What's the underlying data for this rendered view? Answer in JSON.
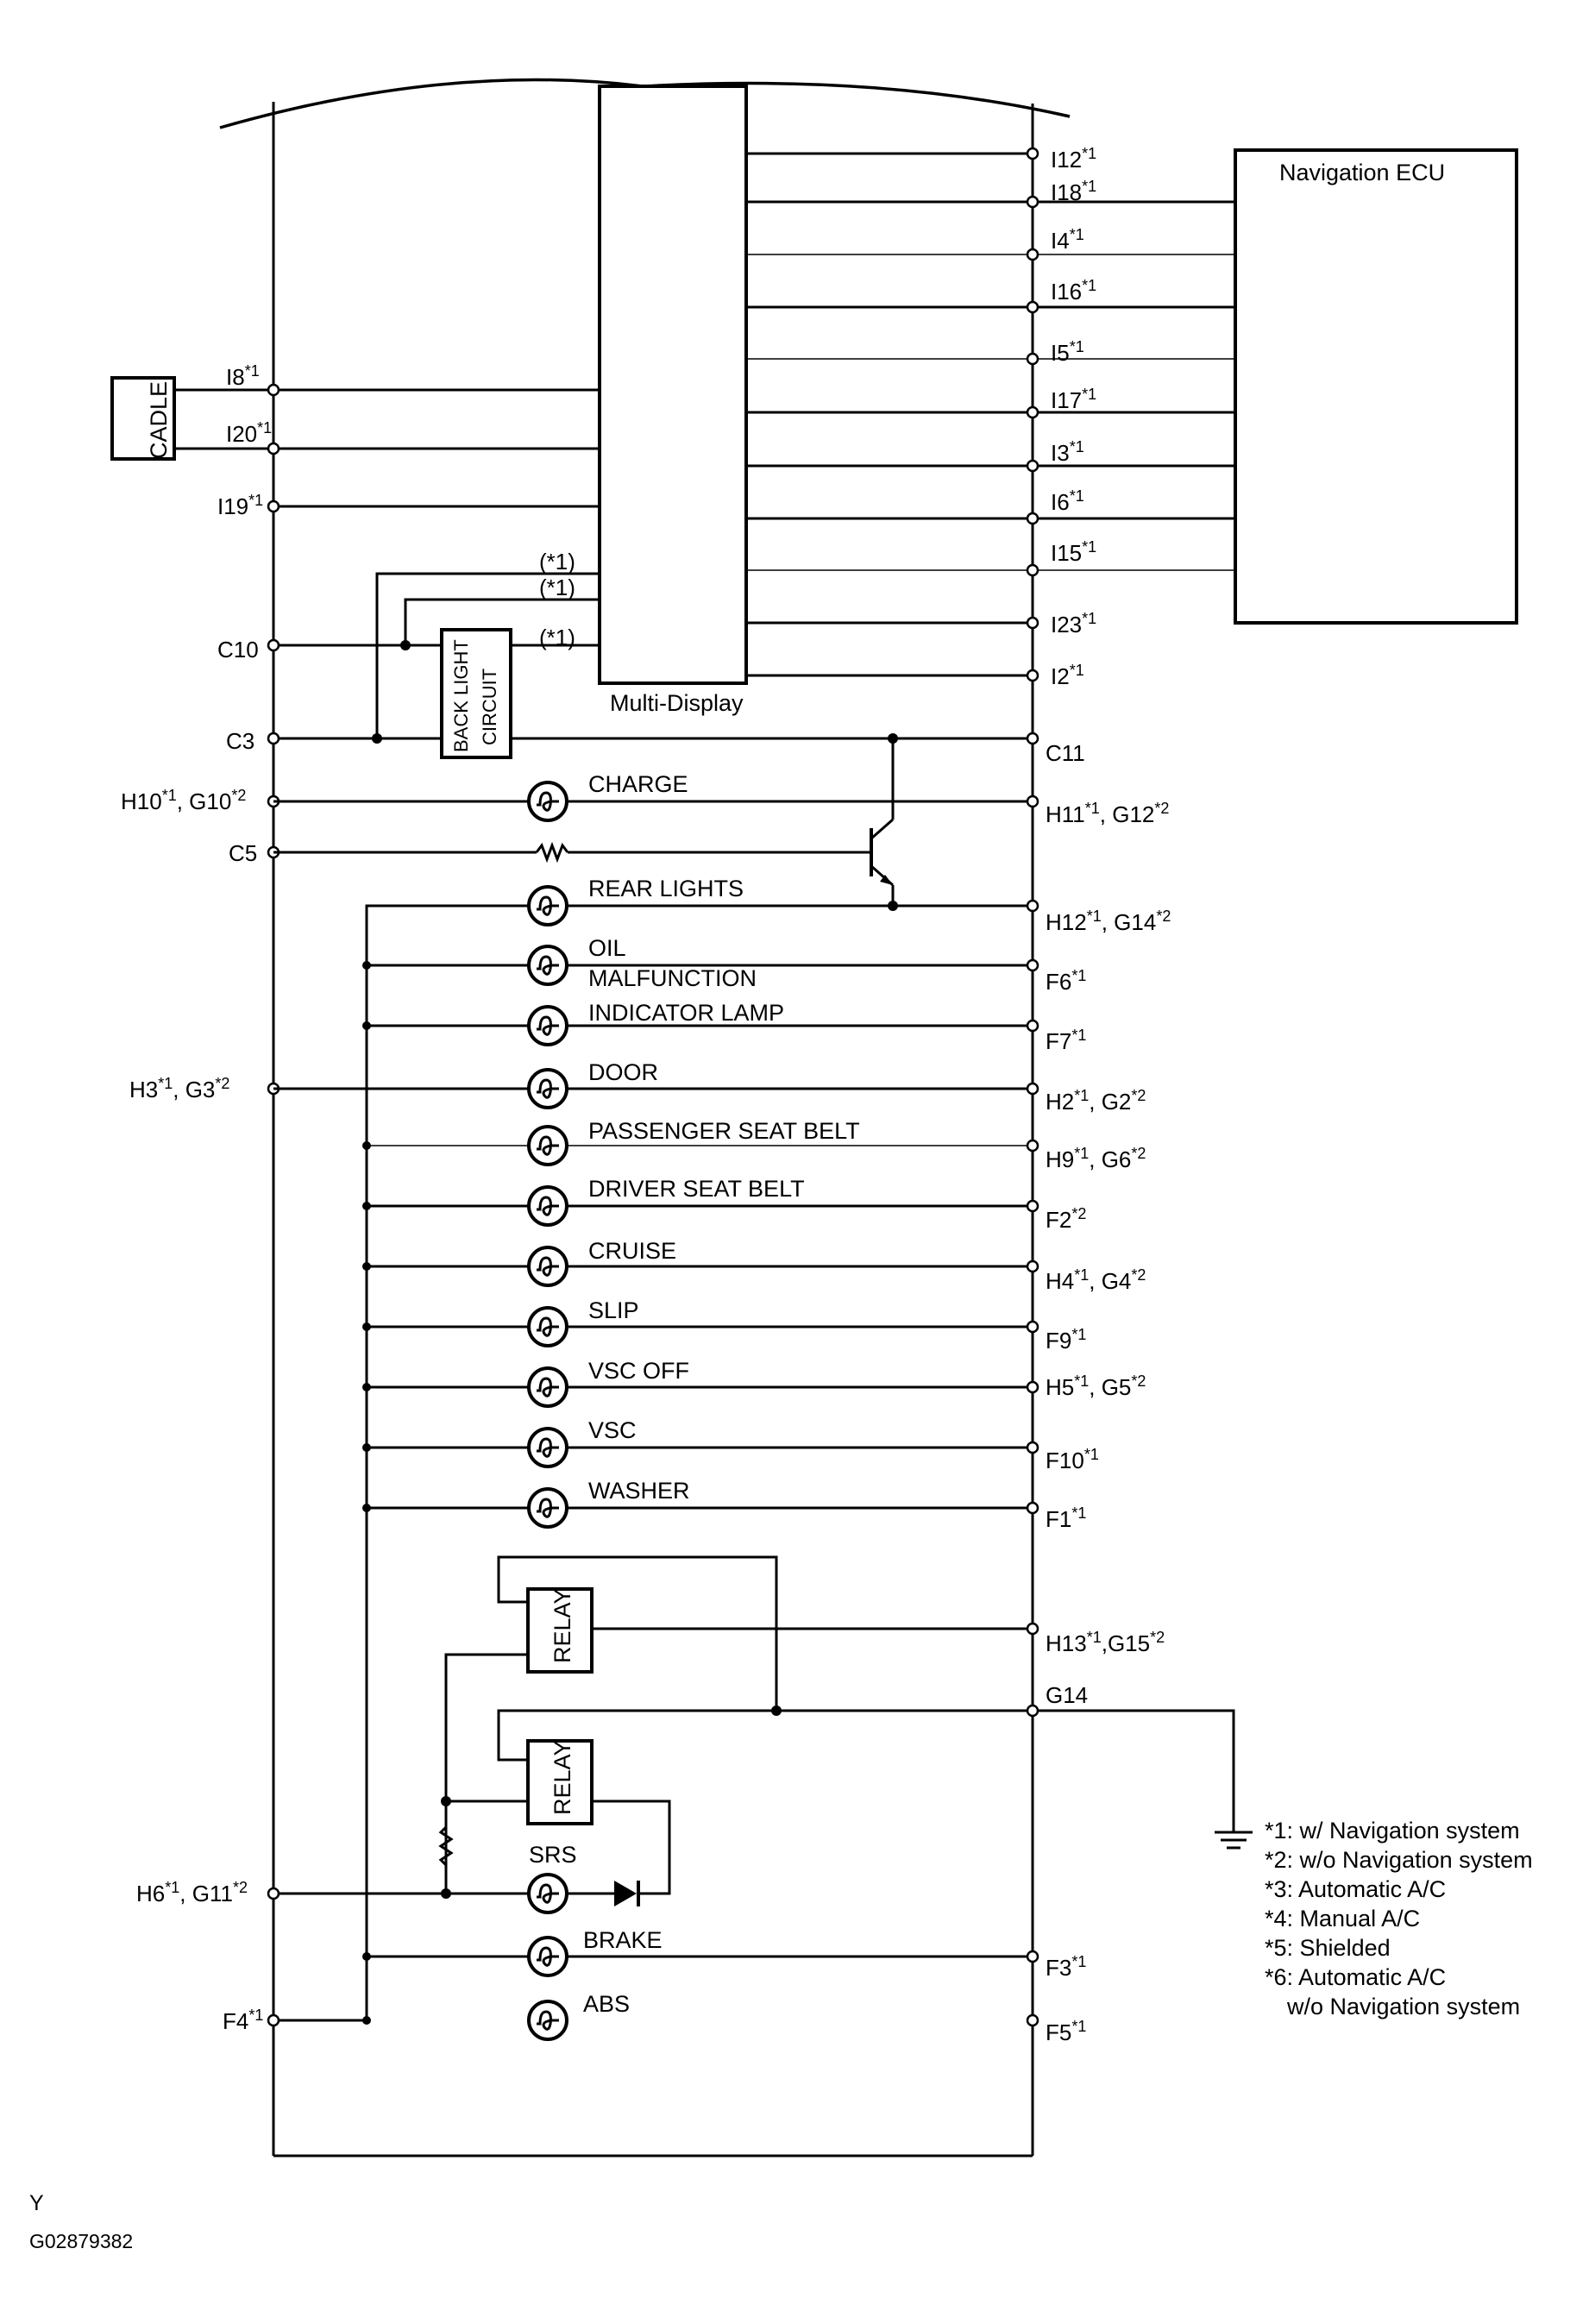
{
  "navigation_ecu": {
    "label": "Navigation ECU"
  },
  "multi_display": {
    "label": "Multi-Display"
  },
  "cadle": {
    "label": "CADLE"
  },
  "back_light": {
    "line1": "BACK LIGHT",
    "line2": "CIRCUIT"
  },
  "relays": {
    "upper": "RELAY",
    "lower": "RELAY"
  },
  "srs": {
    "label": "SRS"
  },
  "display_tags": {
    "t1": "(*1)",
    "t2": "(*1)",
    "t3": "(*1)"
  },
  "left_pins": {
    "i8": {
      "base": "I8",
      "sup": "*1"
    },
    "i20": {
      "base": "I20",
      "sup": "*1"
    },
    "i19": {
      "base": "I19",
      "sup": "*1"
    },
    "c10": {
      "base": "C10",
      "sup": ""
    },
    "c3": {
      "base": "C3",
      "sup": ""
    },
    "h10": {
      "a": "H10",
      "as": "*1",
      "b": ", G10",
      "bs": "*2"
    },
    "c5": {
      "base": "C5",
      "sup": ""
    },
    "h3": {
      "a": "H3",
      "as": "*1",
      "b": ", G3",
      "bs": "*2"
    },
    "h6": {
      "a": "H6",
      "as": "*1",
      "b": ", G11",
      "bs": "*2"
    },
    "f4": {
      "base": "F4",
      "sup": "*1"
    }
  },
  "right_pins_top": [
    {
      "base": "I12",
      "sup": "*1"
    },
    {
      "base": "I18",
      "sup": "*1"
    },
    {
      "base": "I4",
      "sup": "*1"
    },
    {
      "base": "I16",
      "sup": "*1"
    },
    {
      "base": "I5",
      "sup": "*1"
    },
    {
      "base": "I17",
      "sup": "*1"
    },
    {
      "base": "I3",
      "sup": "*1"
    },
    {
      "base": "I6",
      "sup": "*1"
    },
    {
      "base": "I15",
      "sup": "*1"
    },
    {
      "base": "I23",
      "sup": "*1"
    },
    {
      "base": "I2",
      "sup": "*1"
    }
  ],
  "right_pins": {
    "c11": {
      "a": "C11",
      "as": "",
      "b": "",
      "bs": ""
    },
    "h11": {
      "a": "H11",
      "as": "*1",
      "b": ", G12",
      "bs": "*2"
    },
    "h12": {
      "a": "H12",
      "as": "*1",
      "b": ", G14",
      "bs": "*2"
    },
    "f6": {
      "a": "F6",
      "as": "*1",
      "b": "",
      "bs": ""
    },
    "f7": {
      "a": "F7",
      "as": "*1",
      "b": "",
      "bs": ""
    },
    "h2": {
      "a": "H2",
      "as": "*1",
      "b": ", G2",
      "bs": "*2"
    },
    "h9": {
      "a": "H9",
      "as": "*1",
      "b": ", G6",
      "bs": "*2"
    },
    "f2": {
      "a": "F2",
      "as": "*2",
      "b": "",
      "bs": ""
    },
    "h4": {
      "a": "H4",
      "as": "*1",
      "b": ", G4",
      "bs": "*2"
    },
    "f9": {
      "a": "F9",
      "as": "*1",
      "b": "",
      "bs": ""
    },
    "h5": {
      "a": "H5",
      "as": "*1",
      "b": ", G5",
      "bs": "*2"
    },
    "f10": {
      "a": "F10",
      "as": "*1",
      "b": "",
      "bs": ""
    },
    "f1": {
      "a": "F1",
      "as": "*1",
      "b": "",
      "bs": ""
    },
    "h13": {
      "a": "H13",
      "as": "*1",
      "b": ",G15",
      "bs": "*2"
    },
    "g14": {
      "a": "G14",
      "as": "",
      "b": "",
      "bs": ""
    },
    "f3": {
      "a": "F3",
      "as": "*1",
      "b": "",
      "bs": ""
    },
    "f5": {
      "a": "F5",
      "as": "*1",
      "b": "",
      "bs": ""
    }
  },
  "lamps": {
    "charge": "CHARGE",
    "rear_lights": "REAR LIGHTS",
    "oil": "OIL",
    "malfunction": "MALFUNCTION",
    "indicator_lamp": "INDICATOR LAMP",
    "door": "DOOR",
    "passenger_seat_belt": "PASSENGER SEAT BELT",
    "driver_seat_belt": "DRIVER SEAT BELT",
    "cruise": "CRUISE",
    "slip": "SLIP",
    "vsc_off": "VSC OFF",
    "vsc": "VSC",
    "washer": "WASHER",
    "brake": "BRAKE",
    "abs": "ABS"
  },
  "legend": [
    "*1: w/ Navigation system",
    "*2: w/o Navigation system",
    "*3: Automatic A/C",
    "*4: Manual A/C",
    "*5: Shielded",
    "*6: Automatic A/C",
    "w/o Navigation system"
  ],
  "footer": {
    "marker": "Y",
    "code": "G02879382"
  }
}
